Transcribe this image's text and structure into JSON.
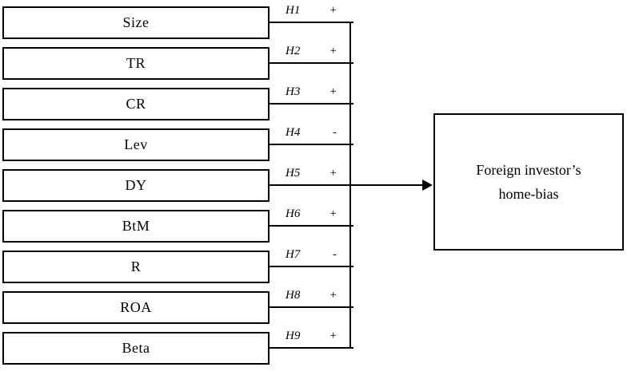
{
  "diagram": {
    "factors": [
      {
        "label": "Size",
        "hypothesis": "H1",
        "sign": "+"
      },
      {
        "label": "TR",
        "hypothesis": "H2",
        "sign": "+"
      },
      {
        "label": "CR",
        "hypothesis": "H3",
        "sign": "+"
      },
      {
        "label": "Lev",
        "hypothesis": "H4",
        "sign": "-"
      },
      {
        "label": "DY",
        "hypothesis": "H5",
        "sign": "+"
      },
      {
        "label": "BtM",
        "hypothesis": "H6",
        "sign": "+"
      },
      {
        "label": "R",
        "hypothesis": "H7",
        "sign": "-"
      },
      {
        "label": "ROA",
        "hypothesis": "H8",
        "sign": "+"
      },
      {
        "label": "Beta",
        "hypothesis": "H9",
        "sign": "+"
      }
    ],
    "outcome": {
      "line1": "Foreign investor’s",
      "line2": "home-bias"
    },
    "colors": {
      "line": "#000000",
      "background": "#ffffff"
    }
  }
}
